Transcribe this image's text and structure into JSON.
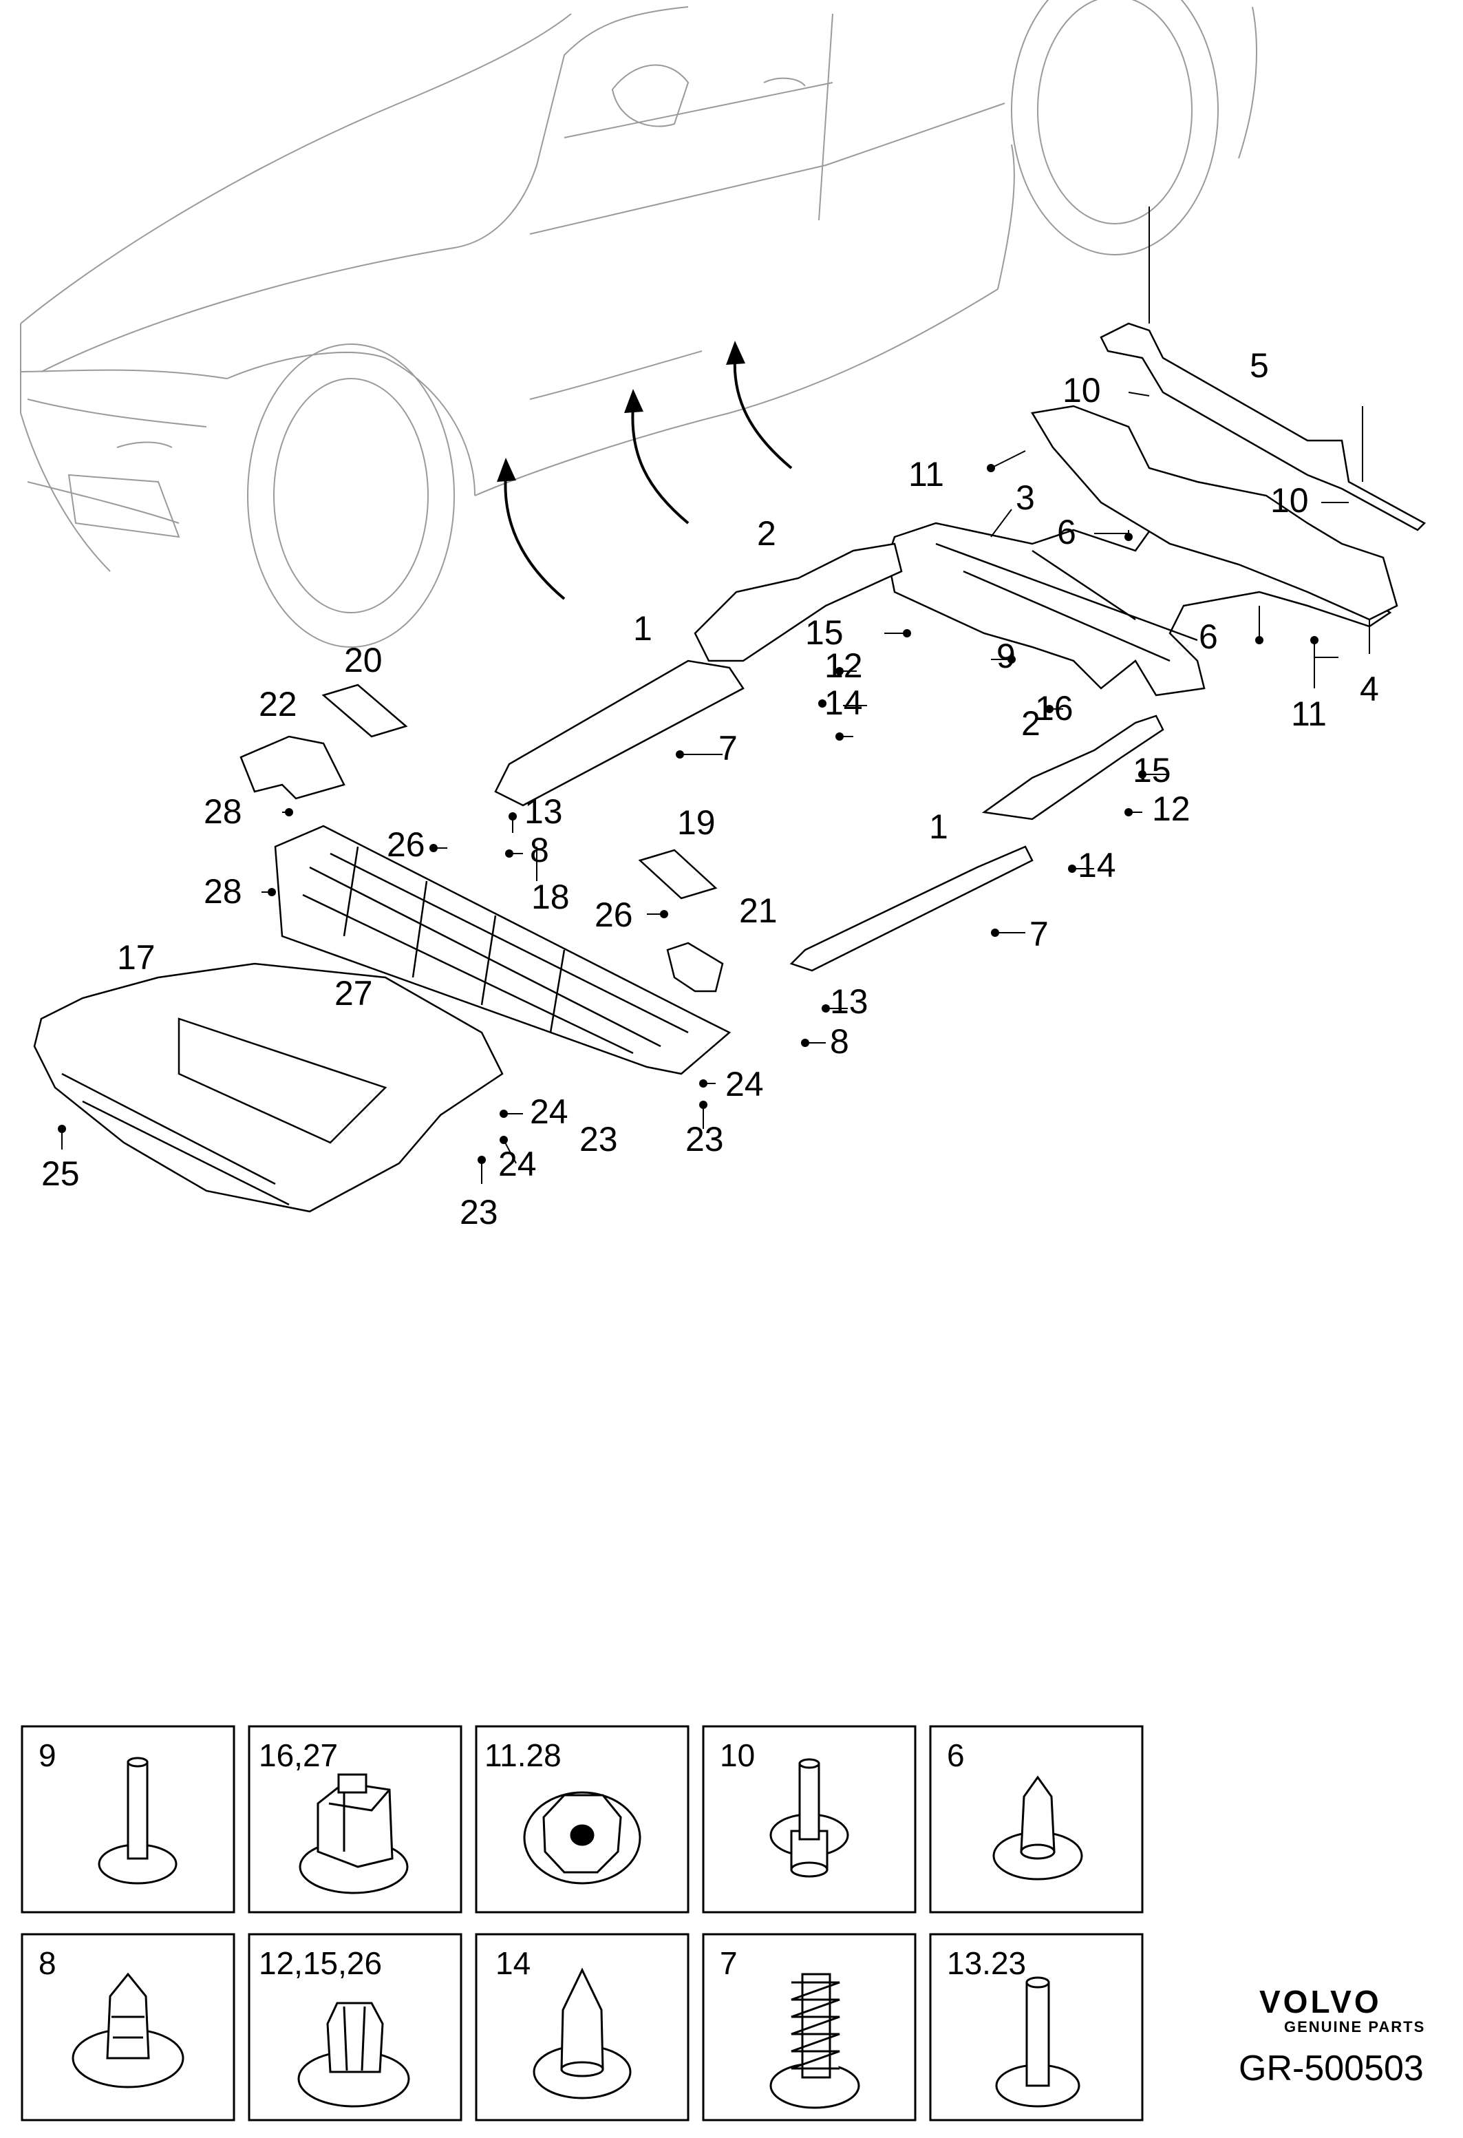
{
  "callouts": [
    "1",
    "1",
    "2",
    "2",
    "3",
    "4",
    "5",
    "6",
    "6",
    "7",
    "7",
    "8",
    "8",
    "9",
    "10",
    "10",
    "11",
    "11",
    "12",
    "12",
    "13",
    "13",
    "14",
    "14",
    "15",
    "15",
    "16",
    "17",
    "18",
    "19",
    "20",
    "21",
    "22",
    "23",
    "23",
    "23",
    "24",
    "24",
    "24",
    "25",
    "26",
    "26",
    "27",
    "28",
    "28"
  ],
  "legend": [
    {
      "label": "9",
      "icon": "push-rivet-icon"
    },
    {
      "label": "16,27",
      "icon": "clip-nut-icon"
    },
    {
      "label": "11.28",
      "icon": "flange-nut-icon"
    },
    {
      "label": "10",
      "icon": "stud-bolt-icon"
    },
    {
      "label": "6",
      "icon": "pointed-rivet-icon"
    },
    {
      "label": "8",
      "icon": "cap-rivet-icon"
    },
    {
      "label": "12,15,26",
      "icon": "spring-clip-icon"
    },
    {
      "label": "14",
      "icon": "bullet-rivet-icon"
    },
    {
      "label": "7",
      "icon": "fir-tree-clip-icon"
    },
    {
      "label": "13.23",
      "icon": "pin-icon"
    }
  ],
  "brand": {
    "name": "VOLVO",
    "tagline": "GENUINE PARTS",
    "code": "GR-500503"
  }
}
